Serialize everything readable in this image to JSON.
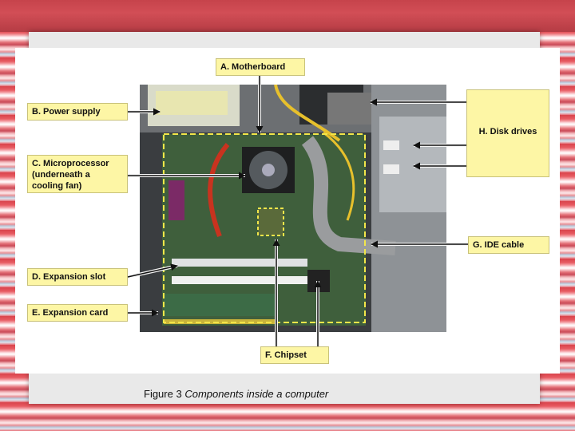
{
  "labels": {
    "motherboard": "A. Motherboard",
    "power_supply": "B. Power supply",
    "microprocessor": "C. Microprocessor (underneath a cooling fan)",
    "expansion_slot": "D. Expansion slot",
    "expansion_card": "E. Expansion card",
    "chipset": "F. Chipset",
    "ide_cable": "G. IDE cable",
    "disk_drives": "H. Disk drives"
  },
  "caption": {
    "figure": "Figure 3",
    "text": "Components inside a computer"
  },
  "colors": {
    "label_fill": "#fdf6a5",
    "highlight": "#f2e64a"
  }
}
